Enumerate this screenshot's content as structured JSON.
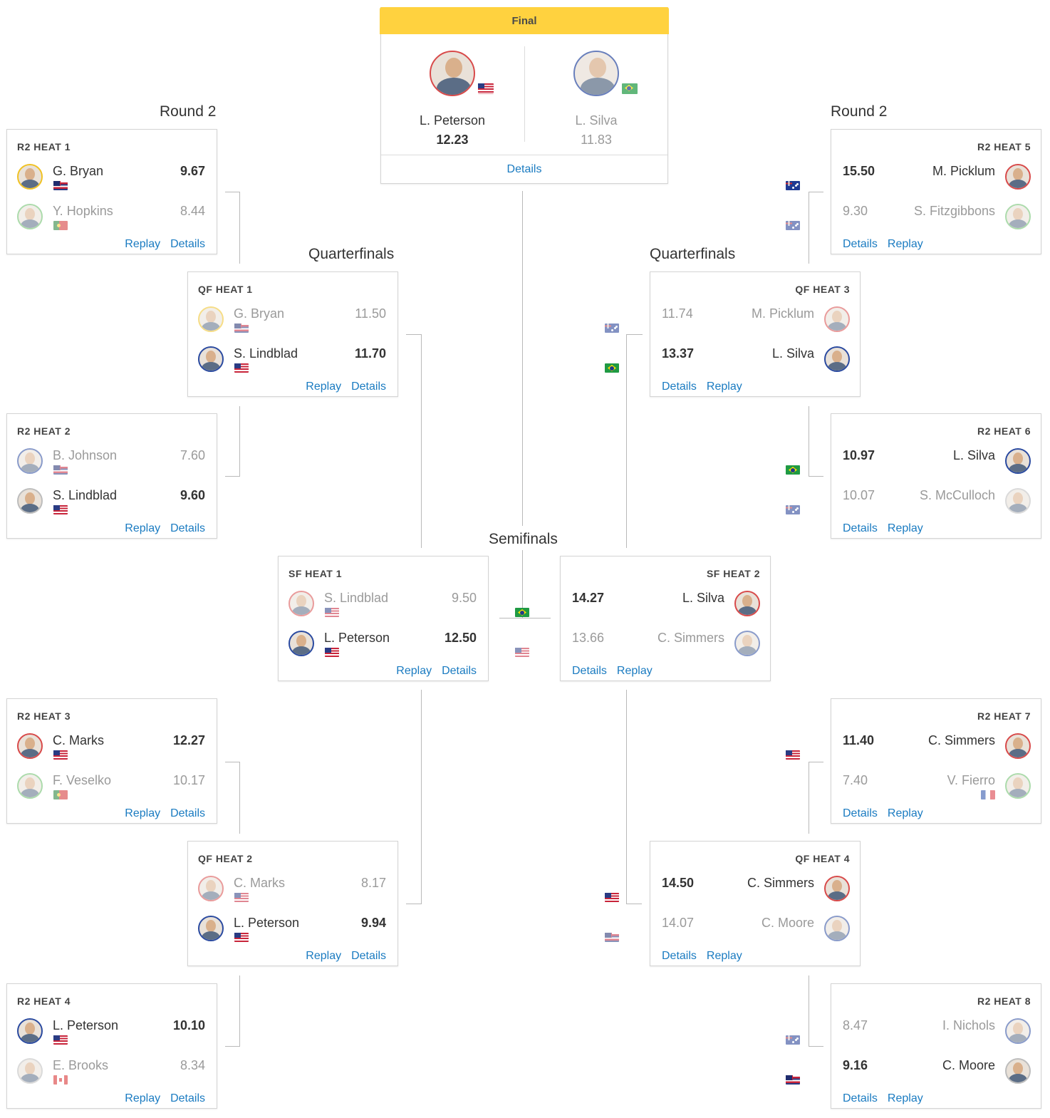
{
  "rounds": {
    "left_round2": "Round 2",
    "right_round2": "Round 2",
    "left_quarterfinals": "Quarterfinals",
    "right_quarterfinals": "Quarterfinals",
    "semifinals": "Semifinals"
  },
  "final": {
    "title": "Final",
    "details_label": "Details",
    "p1": {
      "name": "L. Peterson",
      "score": "12.23",
      "flag": "usa"
    },
    "p2": {
      "name": "L. Silva",
      "score": "11.83",
      "flag": "brazil"
    }
  },
  "heats": {
    "r2h1": {
      "title": "R2 HEAT 1",
      "replay": "Replay",
      "details": "Details",
      "p1": {
        "name": "G. Bryan",
        "score": "9.67",
        "flag": "hawaii",
        "winner": true
      },
      "p2": {
        "name": "Y. Hopkins",
        "score": "8.44",
        "flag": "portugal",
        "winner": false
      }
    },
    "r2h2": {
      "title": "R2 HEAT 2",
      "replay": "Replay",
      "details": "Details",
      "p1": {
        "name": "B. Johnson",
        "score": "7.60",
        "flag": "hawaii",
        "winner": false
      },
      "p2": {
        "name": "S. Lindblad",
        "score": "9.60",
        "flag": "usa",
        "winner": true
      }
    },
    "r2h3": {
      "title": "R2 HEAT 3",
      "replay": "Replay",
      "details": "Details",
      "p1": {
        "name": "C. Marks",
        "score": "12.27",
        "flag": "usa",
        "winner": true
      },
      "p2": {
        "name": "F. Veselko",
        "score": "10.17",
        "flag": "portugal",
        "winner": false
      }
    },
    "r2h4": {
      "title": "R2 HEAT 4",
      "replay": "Replay",
      "details": "Details",
      "p1": {
        "name": "L. Peterson",
        "score": "10.10",
        "flag": "usa",
        "winner": true
      },
      "p2": {
        "name": "E. Brooks",
        "score": "8.34",
        "flag": "canada",
        "winner": false
      }
    },
    "r2h5": {
      "title": "R2 HEAT 5",
      "replay": "Replay",
      "details": "Details",
      "p1": {
        "name": "M. Picklum",
        "score": "15.50",
        "flag": "australia",
        "winner": true
      },
      "p2": {
        "name": "S. Fitzgibbons",
        "score": "9.30",
        "flag": "australia",
        "winner": false
      }
    },
    "r2h6": {
      "title": "R2 HEAT 6",
      "replay": "Replay",
      "details": "Details",
      "p1": {
        "name": "L. Silva",
        "score": "10.97",
        "flag": "brazil",
        "winner": true
      },
      "p2": {
        "name": "S. McCulloch",
        "score": "10.07",
        "flag": "australia",
        "winner": false
      }
    },
    "r2h7": {
      "title": "R2 HEAT 7",
      "replay": "Replay",
      "details": "Details",
      "p1": {
        "name": "C. Simmers",
        "score": "11.40",
        "flag": "usa",
        "winner": true
      },
      "p2": {
        "name": "V. Fierro",
        "score": "7.40",
        "flag": "france",
        "winner": false
      }
    },
    "r2h8": {
      "title": "R2 HEAT 8",
      "replay": "Replay",
      "details": "Details",
      "p1": {
        "name": "I. Nichols",
        "score": "8.47",
        "flag": "australia",
        "winner": false
      },
      "p2": {
        "name": "C. Moore",
        "score": "9.16",
        "flag": "hawaii",
        "winner": true
      }
    },
    "qf1": {
      "title": "QF HEAT 1",
      "replay": "Replay",
      "details": "Details",
      "p1": {
        "name": "G. Bryan",
        "score": "11.50",
        "flag": "hawaii",
        "winner": false
      },
      "p2": {
        "name": "S. Lindblad",
        "score": "11.70",
        "flag": "usa",
        "winner": true
      }
    },
    "qf2": {
      "title": "QF HEAT 2",
      "replay": "Replay",
      "details": "Details",
      "p1": {
        "name": "C. Marks",
        "score": "8.17",
        "flag": "usa",
        "winner": false
      },
      "p2": {
        "name": "L. Peterson",
        "score": "9.94",
        "flag": "usa",
        "winner": true
      }
    },
    "qf3": {
      "title": "QF HEAT 3",
      "replay": "Replay",
      "details": "Details",
      "p1": {
        "name": "M. Picklum",
        "score": "11.74",
        "flag": "australia",
        "winner": false
      },
      "p2": {
        "name": "L. Silva",
        "score": "13.37",
        "flag": "brazil",
        "winner": true
      }
    },
    "qf4": {
      "title": "QF HEAT 4",
      "replay": "Replay",
      "details": "Details",
      "p1": {
        "name": "C. Simmers",
        "score": "14.50",
        "flag": "usa",
        "winner": true
      },
      "p2": {
        "name": "C. Moore",
        "score": "14.07",
        "flag": "hawaii",
        "winner": false
      }
    },
    "sf1": {
      "title": "SF HEAT 1",
      "replay": "Replay",
      "details": "Details",
      "p1": {
        "name": "S. Lindblad",
        "score": "9.50",
        "flag": "usa",
        "winner": false
      },
      "p2": {
        "name": "L. Peterson",
        "score": "12.50",
        "flag": "usa",
        "winner": true
      }
    },
    "sf2": {
      "title": "SF HEAT 2",
      "replay": "Replay",
      "details": "Details",
      "p1": {
        "name": "L. Silva",
        "score": "14.27",
        "flag": "brazil",
        "winner": true
      },
      "p2": {
        "name": "C. Simmers",
        "score": "13.66",
        "flag": "usa",
        "winner": false
      }
    }
  },
  "colors": {
    "final_header": "#ffd23f",
    "link": "#1a7bc1",
    "winner_text": "#333333",
    "loser_text": "#9a9a9a"
  }
}
